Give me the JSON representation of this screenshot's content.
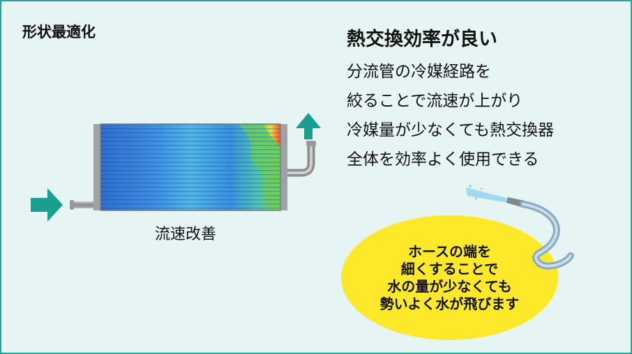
{
  "section_title": "形状最適化",
  "heading": "熱交換効率が良い",
  "body_lines": [
    "分流管の冷媒経路を",
    "絞ることで流速が上がり",
    "冷媒量が少なくても熱交換器",
    "全体を効率よく使用できる"
  ],
  "caption": "流速改善",
  "bubble_lines": [
    "ホースの端を",
    "細くすることで",
    "水の量が少なくても",
    "勢いよく水が飛びます"
  ],
  "colors": {
    "frame_border": "#2aa39a",
    "background": "#e6f5f3",
    "arrow": "#1a9e90",
    "bubble": "#fde92a"
  },
  "icons": [
    "inflow-arrow-icon",
    "outflow-arrow-icon",
    "hose-icon"
  ]
}
